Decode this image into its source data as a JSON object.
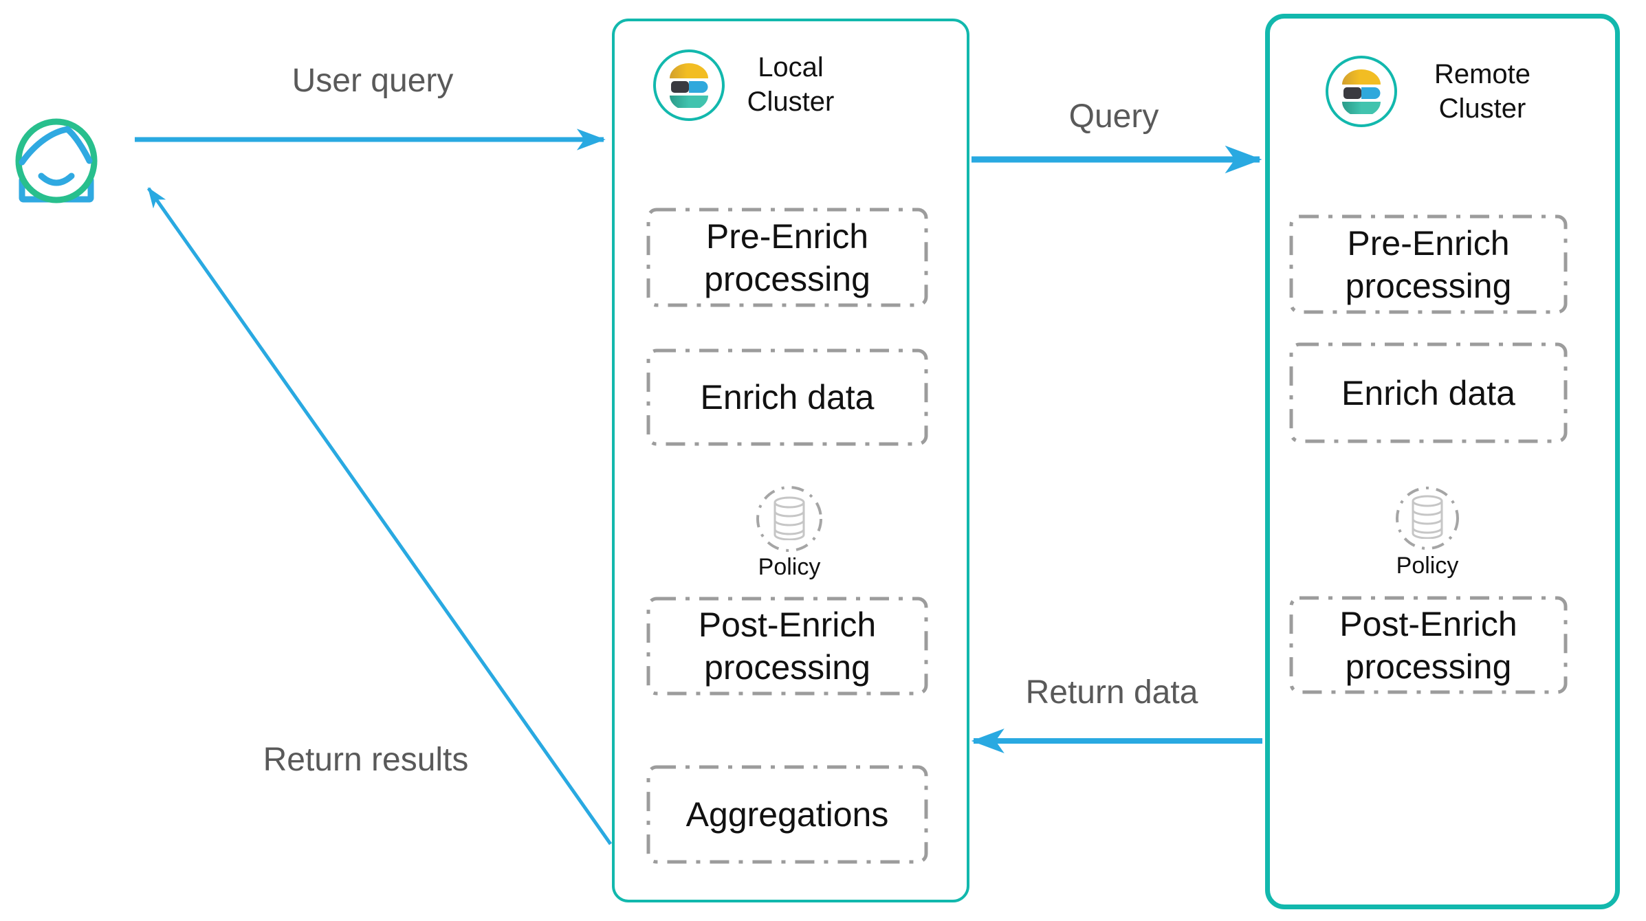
{
  "labels": {
    "user_query": "User query",
    "query": "Query",
    "return_data": "Return data",
    "return_results": "Return results"
  },
  "local_cluster": {
    "title": "Local Cluster",
    "steps": [
      "Pre-Enrich processing",
      "Enrich data",
      "Post-Enrich processing",
      "Aggregations"
    ],
    "policy_label": "Policy"
  },
  "remote_cluster": {
    "title": "Remote Cluster",
    "steps": [
      "Pre-Enrich processing",
      "Enrich data",
      "Post-Enrich processing"
    ],
    "policy_label": "Policy"
  },
  "icons": {
    "user": "user-face-icon",
    "cluster_logo": "elasticsearch-logo",
    "policy": "database-cylinder-icon"
  },
  "colors": {
    "teal": "#12b8ad",
    "arrow-blue": "#29a9e1",
    "label-gray": "#595959",
    "dash-gray": "#9c9c9c",
    "text-black": "#111111",
    "face-green": "#28bf8d",
    "face-blue": "#2fa9e1",
    "logo-dark": "#3a3a40",
    "logo-blue": "#2fa8dc",
    "policy-arrow": "#3f3f3f",
    "cyl-gray": "#c6c6c6",
    "logo-yellow": "#f2bd23",
    "logo-yellow-dark": "#d2a02e",
    "logo-teal": "#41c3ae",
    "logo-teal-dark": "#2a9b89"
  }
}
